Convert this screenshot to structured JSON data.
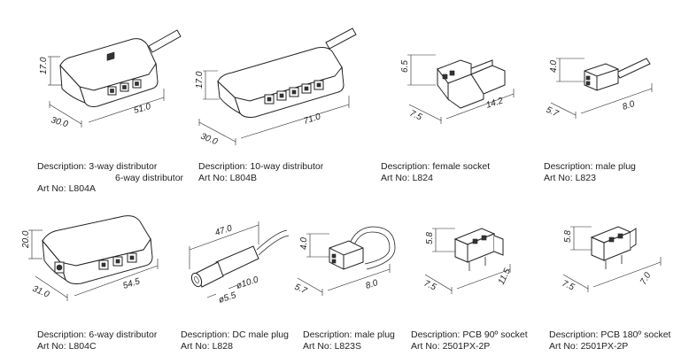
{
  "items": [
    {
      "id": "l804a",
      "description": "Description: 3-way distributor",
      "description_extra": "6-way distributor",
      "art": "Art No: L804A",
      "dims": {
        "h": "17.0",
        "d": "30.0",
        "w": "51.0"
      }
    },
    {
      "id": "l804b",
      "description": "Description: 10-way distributor",
      "art": "Art No: L804B",
      "dims": {
        "h": "17.0",
        "d": "30.0",
        "w": "71.0"
      }
    },
    {
      "id": "l824",
      "description": "Description: female socket",
      "art": "Art No: L824",
      "dims": {
        "h": "6.5",
        "d": "7.5",
        "w": "14.2"
      }
    },
    {
      "id": "l823",
      "description": "Description: male plug",
      "art": "Art No: L823",
      "dims": {
        "h": "4.0",
        "d": "5.7",
        "w": "8.0"
      }
    },
    {
      "id": "l804c",
      "description": "Description: 6-way distributor",
      "art": "Art No: L804C",
      "dims": {
        "h": "20.0",
        "d": "31.0",
        "w": "54.5"
      }
    },
    {
      "id": "l828",
      "description": "Description: DC male plug",
      "art": "Art No: L828",
      "dims": {
        "len": "47.0",
        "d1": "ø10.0",
        "d2": "ø5.5"
      }
    },
    {
      "id": "l823s",
      "description": "Description: male plug",
      "art": "Art No: L823S",
      "dims": {
        "h": "4.0",
        "d": "5.7",
        "w": "8.0"
      }
    },
    {
      "id": "pcb90",
      "description": "Description: PCB 90º socket",
      "art": "Art No: 2501PX-2P",
      "dims": {
        "h": "5.8",
        "d": "7.5",
        "w": "11.5"
      }
    },
    {
      "id": "pcb180",
      "description": "Description: PCB 180º socket",
      "art": "Art No: 2501PX-2P",
      "dims": {
        "h": "5.8",
        "d": "7.5",
        "w": "7.0"
      }
    }
  ]
}
